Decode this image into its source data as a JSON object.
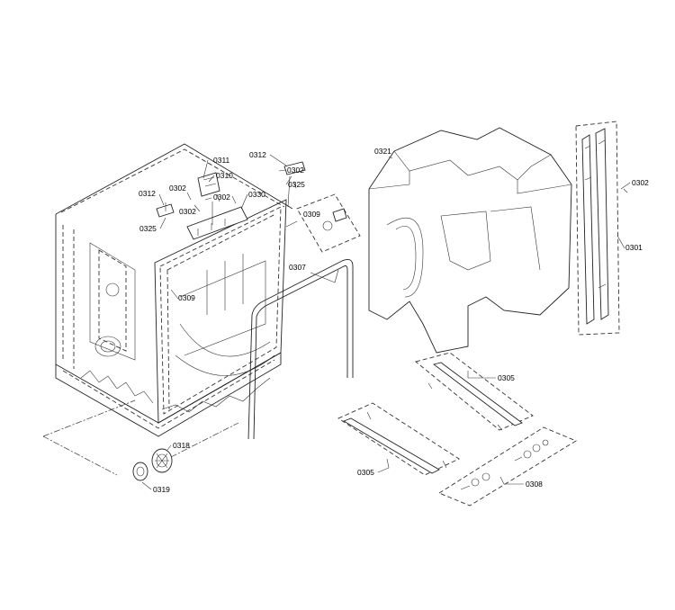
{
  "labels": {
    "p0311": "0311",
    "p0310": "0310",
    "p0312_a": "0312",
    "p0302_a": "0302",
    "p0325_a": "0325",
    "p0312_b": "0312",
    "p0302_b": "0302",
    "p0325_b": "0325",
    "p0302_c": "0302",
    "p0302_d": "0302",
    "p0330": "0330",
    "p0309_a": "0309",
    "p0309_b": "0309",
    "p0307": "0307",
    "p0321": "0321",
    "p0302_e": "0302",
    "p0301": "0301",
    "p0305_a": "0305",
    "p0305_b": "0305",
    "p0308": "0308",
    "p0318": "0318",
    "p0319": "0319"
  }
}
